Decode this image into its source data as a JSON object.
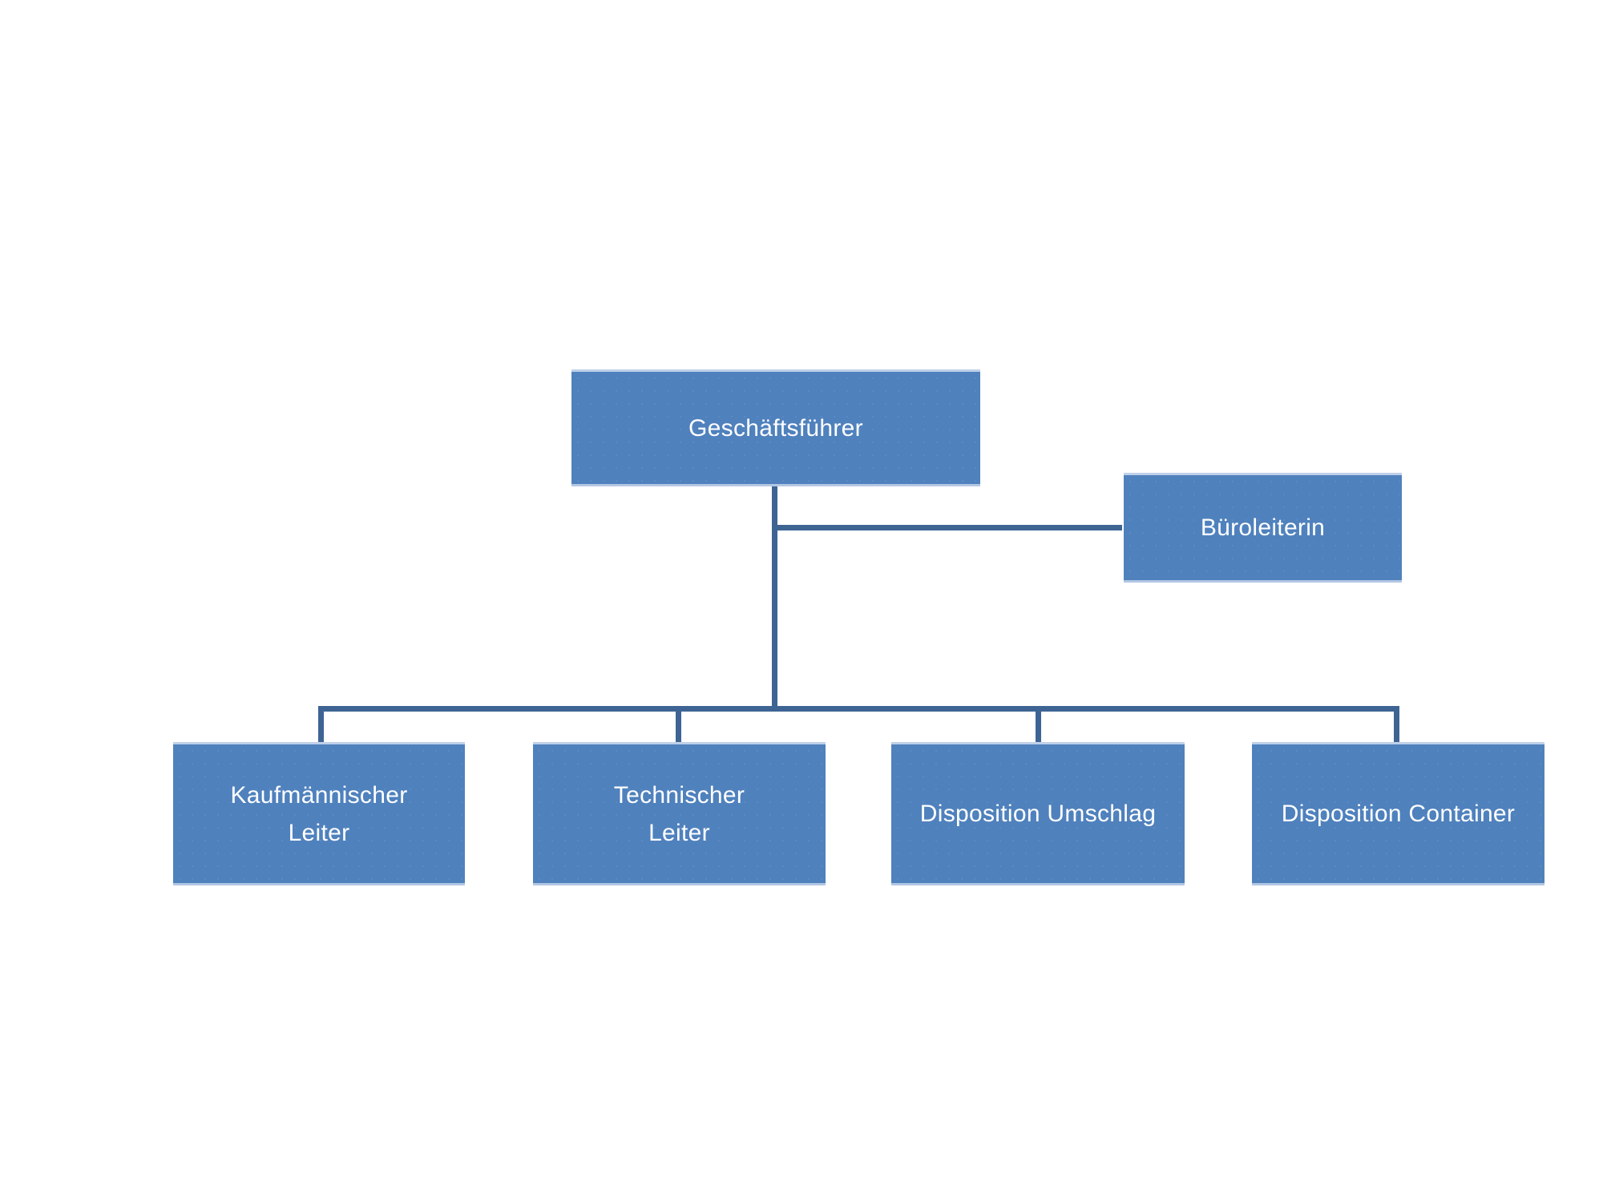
{
  "diagram": {
    "type": "org-chart",
    "language": "de",
    "colors": {
      "node_fill": "#4f81bd",
      "node_edge_highlight": "#bed0e9",
      "connector": "#3e6494",
      "text": "#ffffff",
      "background": "#ffffff"
    },
    "nodes": {
      "geschaeftsfuehrer": {
        "label": "Geschäftsführer",
        "lines": [
          "Geschäftsführer"
        ]
      },
      "bueroleiterin": {
        "label": "Büroleiterin",
        "lines": [
          "Büroleiterin"
        ]
      },
      "kaufmaennischer_leiter": {
        "label": "Kaufmännischer Leiter",
        "lines": [
          "Kaufmännischer",
          "Leiter"
        ]
      },
      "technischer_leiter": {
        "label": "Technischer Leiter",
        "lines": [
          "Technischer",
          "Leiter"
        ]
      },
      "disposition_umschlag": {
        "label": "Disposition Umschlag",
        "lines": [
          "Disposition Umschlag"
        ]
      },
      "disposition_container": {
        "label": "Disposition Container",
        "lines": [
          "Disposition Container"
        ]
      }
    },
    "edges": [
      {
        "from": "Geschäftsführer",
        "to": "Büroleiterin",
        "kind": "assistant-side-branch"
      },
      {
        "from": "Geschäftsführer",
        "to": "Kaufmännischer Leiter",
        "kind": "subordinate"
      },
      {
        "from": "Geschäftsführer",
        "to": "Technischer Leiter",
        "kind": "subordinate"
      },
      {
        "from": "Geschäftsführer",
        "to": "Disposition Umschlag",
        "kind": "subordinate"
      },
      {
        "from": "Geschäftsführer",
        "to": "Disposition Container",
        "kind": "subordinate"
      }
    ]
  }
}
